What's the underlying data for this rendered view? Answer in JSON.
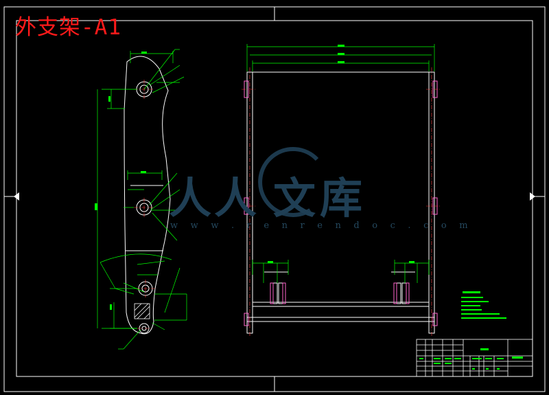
{
  "drawing": {
    "title": "外支架-A1",
    "colors": {
      "background": "#000000",
      "outline": "#ffffff",
      "dimension": "#00ff00",
      "centerline": "#ff3b3b",
      "hardware": "#ff66cc",
      "title": "#ff1a1a",
      "watermark": "#24485e"
    }
  },
  "watermark": {
    "chars": [
      "人",
      "人",
      "文",
      "库"
    ],
    "url": "w w w . r e n r e n d o c . c o m"
  },
  "icons": {
    "logo": "watermark-logo-icon"
  }
}
